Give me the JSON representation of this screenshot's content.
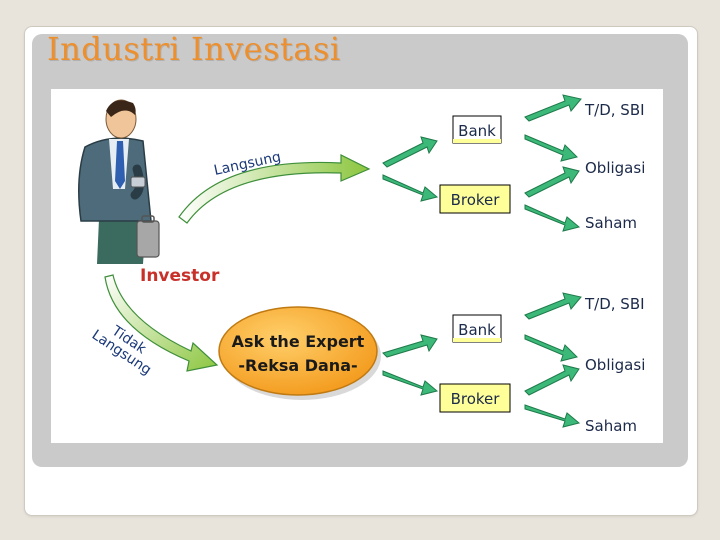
{
  "title": "Industri Investasi",
  "investor_label": "Investor",
  "direct_label": "Langsung",
  "indirect_label_line1": "Tidak",
  "indirect_label_line2": "Langsung",
  "expert_line1": "Ask the Expert",
  "expert_line2": "-Reksa Dana-",
  "groups": [
    {
      "intermediaries": [
        "Bank",
        "Broker"
      ],
      "assets": [
        "T/D, SBI",
        "Obligasi",
        "Saham"
      ]
    },
    {
      "intermediaries": [
        "Bank",
        "Broker"
      ],
      "assets": [
        "T/D, SBI",
        "Obligasi",
        "Saham"
      ]
    }
  ],
  "colors": {
    "title": "#ee8f2d",
    "arrow_green": "#3cb878",
    "box_yellow": "#ffff99",
    "expert_fill": "#f7a72a",
    "investor_red": "#c8302a"
  }
}
